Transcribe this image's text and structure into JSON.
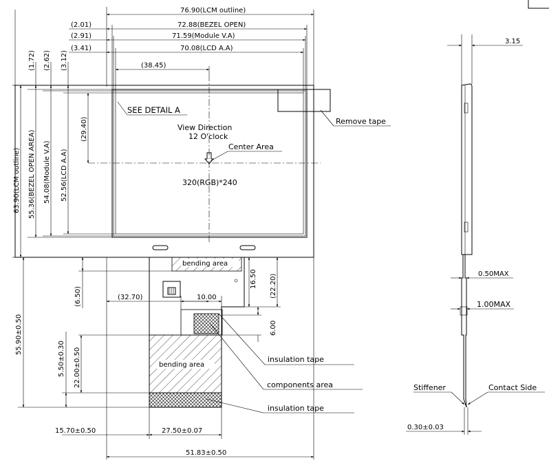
{
  "top_dims": {
    "lcm_outline": "76.90(LCM outline)",
    "bezel_open": "72.88(BEZEL OPEN)",
    "module_va": "71.59(Module V.A)",
    "lcd_aa": "70.08(LCD A.A)",
    "left_201": "(2.01)",
    "left_291": "(2.91)",
    "left_341": "(3.41)",
    "center_x": "(38.45)"
  },
  "left_dims": {
    "offset_172": "(1.72)",
    "offset_262": "(2.62)",
    "offset_312": "(3.12)",
    "lcm_outline": "63.90(LCM outline)",
    "bezel_open": "55.36(BEZEL OPEN AREA)",
    "module_va": "54.08(Module V.A)",
    "lcd_aa": "52.56(LCD A.A)",
    "center_y": "(29.40)"
  },
  "panel": {
    "see_detail": "SEE DETAIL A",
    "view_direction": "View Direction",
    "view_clock": "12 O'clock",
    "center_area": "Center Area",
    "resolution": "320(RGB)*240",
    "remove_tape": "Remove tape"
  },
  "fpc": {
    "bending_top": "bending area",
    "bending_bottom": "bending area",
    "dim_650": "(6.50)",
    "dim_3270": "(32.70)",
    "dim_1000": "10.00",
    "dim_1650": "16.50",
    "dim_2220": "(22.20)",
    "dim_600": "6.00",
    "dim_5590": "55.90±0.50",
    "dim_550": "5.50±0.30",
    "dim_2200": "22.00±0.50",
    "dim_1570": "15.70±0.50",
    "dim_2750": "27.50±0.07",
    "dim_5183": "51.83±0.50"
  },
  "callouts": {
    "insulation_tape_1": "insulation tape",
    "components_area": "components area",
    "insulation_tape_2": "insulation tape"
  },
  "side_view": {
    "dim_315": "3.15",
    "dim_050": "0.50MAX",
    "dim_100": "1.00MAX",
    "stiffener": "Stiffener",
    "contact_side": "Contact Side",
    "dim_030": "0.30±0.03"
  }
}
